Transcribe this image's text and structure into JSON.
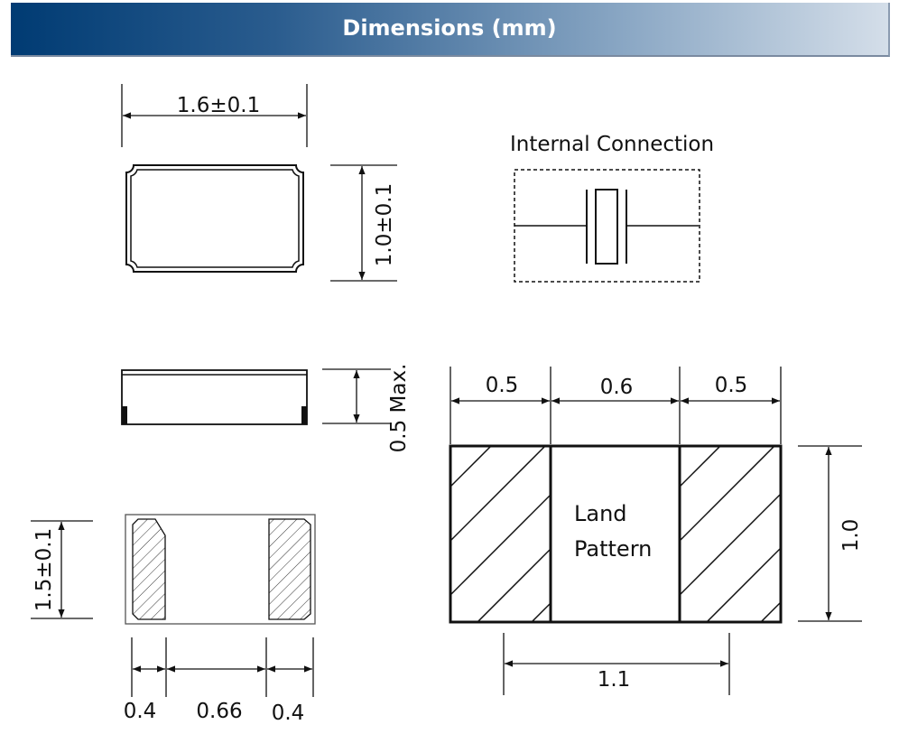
{
  "header": {
    "title": "Dimensions (mm)"
  },
  "top_view": {
    "width_label": "1.6±0.1",
    "height_label": "1.0±0.1"
  },
  "side_view": {
    "height_label": "0.5 Max."
  },
  "bottom_view": {
    "height_label": "1.5±0.1",
    "left_pad_label": "0.4",
    "gap_label": "0.66",
    "right_pad_label": "0.4"
  },
  "internal_connection": {
    "title": "Internal Connection"
  },
  "land_pattern": {
    "label_line1": "Land",
    "label_line2": "Pattern",
    "left_pad_label": "0.5",
    "gap_label": "0.6",
    "right_pad_label": "0.5",
    "height_label": "1.0",
    "span_label": "1.1"
  },
  "colors": {
    "header_start": "#003b73",
    "header_end": "#d4dee9",
    "line": "#111111"
  }
}
